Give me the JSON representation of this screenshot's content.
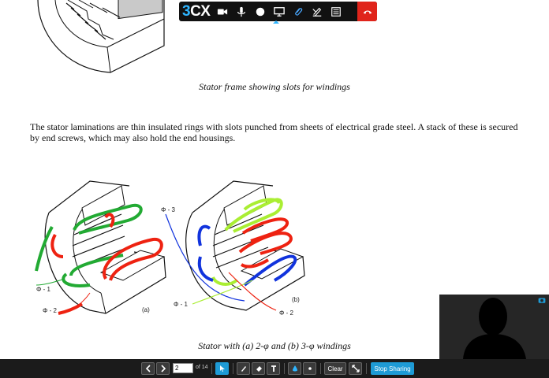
{
  "document": {
    "caption_top": "Stator frame showing slots for windings",
    "paragraph": "The stator laminations are thin insulated rings with slots punched from sheets of electrical grade steel. A stack of these is secured by end screws, which may also hold the end housings.",
    "caption_bottom": "Stator with (a) 2-φ and (b) 3-φ windings",
    "figure_a": {
      "label": "(a)",
      "phase1": "Φ - 1",
      "phase2": "Φ - 2"
    },
    "figure_b": {
      "label": "(b)",
      "phase1": "Φ - 1",
      "phase2": "Φ - 2",
      "phase3": "Φ - 3"
    }
  },
  "call_toolbar": {
    "brand_number": "3",
    "brand_text": "CX",
    "buttons": [
      "video-icon",
      "microphone-icon",
      "record-icon",
      "screen-share-icon",
      "paperclip-icon",
      "whiteboard-icon",
      "notes-icon",
      "hangup-icon"
    ],
    "colors": {
      "background": "#111111",
      "accent": "#2fb5ff",
      "hangup": "#e0241b"
    }
  },
  "bottom_toolbar": {
    "page_value": "2",
    "pages_total": "of 14",
    "clear_label": "Clear",
    "stop_sharing_label": "Stop Sharing",
    "colors": {
      "background": "#1b1b1b",
      "accent": "#1e9bd6"
    }
  }
}
